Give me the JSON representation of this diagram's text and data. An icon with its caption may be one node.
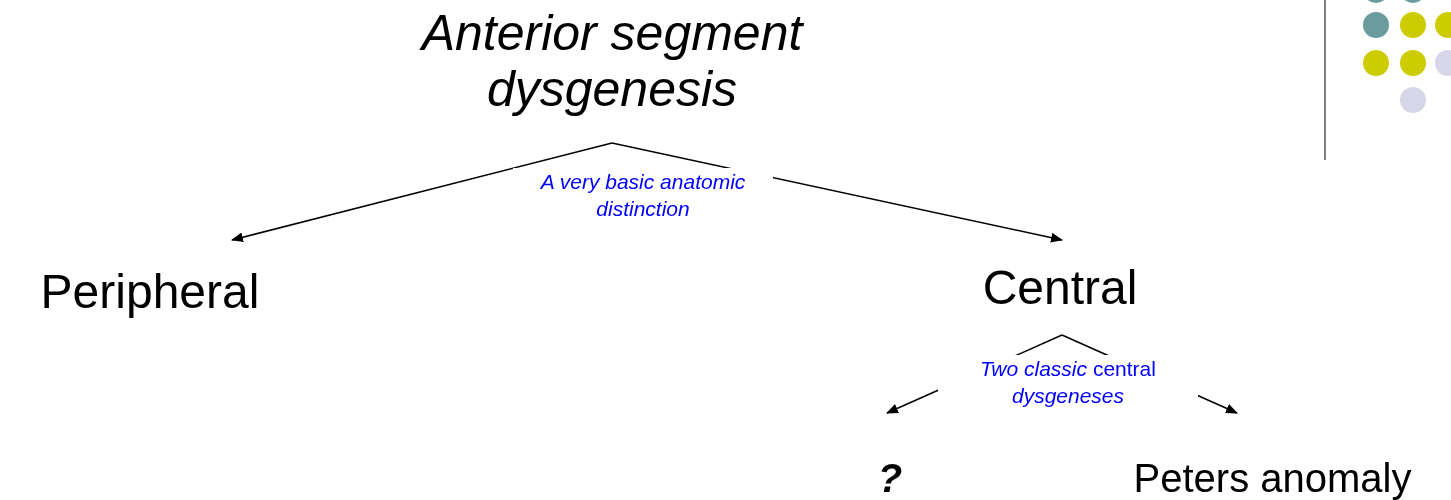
{
  "diagram": {
    "nodes": [
      {
        "text": [
          "Anterior segment dysgenesis"
        ]
      },
      {
        "text": [
          "Peripheral"
        ]
      },
      {
        "text": [
          "Central"
        ]
      },
      {
        "text": [
          "?"
        ]
      },
      {
        "text": [
          "Peters anomaly"
        ]
      }
    ],
    "edges": [
      {
        "from": 0,
        "to": 1,
        "arrow": "to"
      },
      {
        "from": 0,
        "to": 2,
        "arrow": "to"
      },
      {
        "from": 2,
        "to": 3,
        "arrow": "to"
      },
      {
        "from": 2,
        "to": 4,
        "arrow": "to"
      }
    ],
    "labels": [
      "A very basic anatomic distinction",
      "*Two classic* central *dysgeneses*"
    ]
  }
}
